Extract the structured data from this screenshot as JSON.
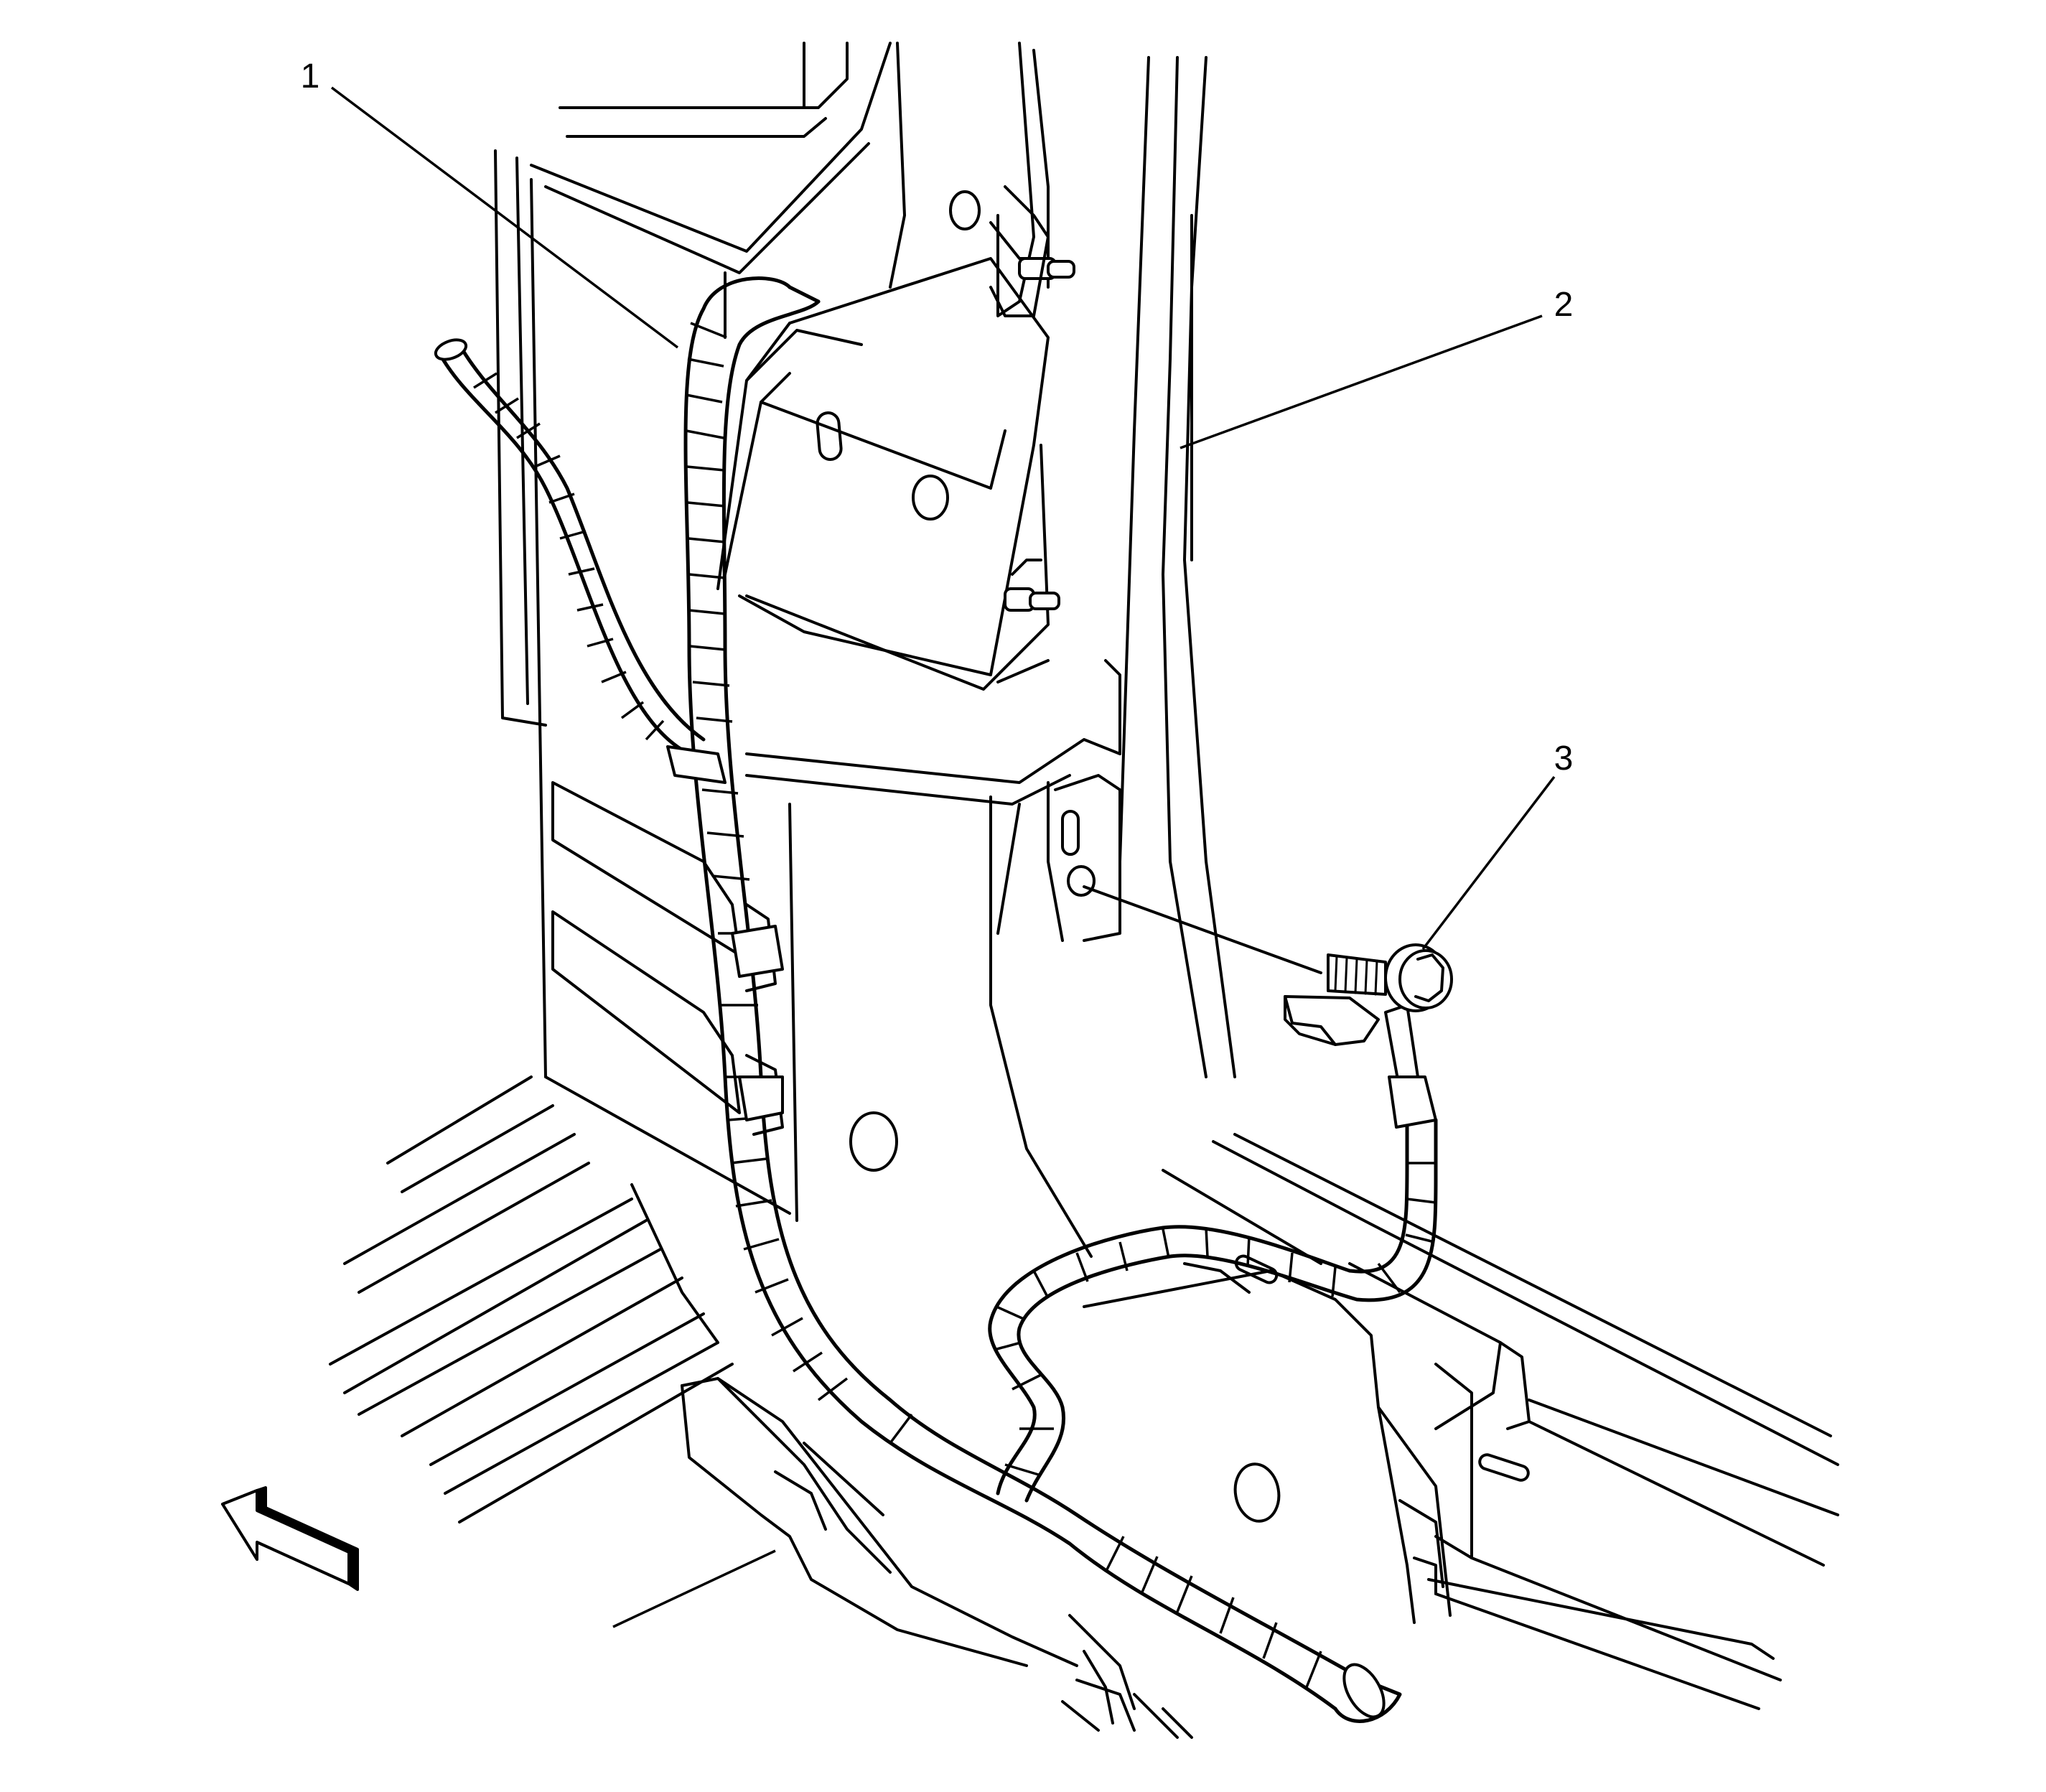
{
  "figure": {
    "callouts": [
      {
        "id": "1",
        "label": "1"
      },
      {
        "id": "2",
        "label": "2"
      },
      {
        "id": "3",
        "label": "3"
      }
    ],
    "icons": {
      "direction_arrow": "front-direction-arrow-icon",
      "ground_bolt": "ground-bolt-icon",
      "harness": "wiring-harness-icon"
    },
    "colors": {
      "line": "#000000",
      "background": "#ffffff"
    }
  }
}
